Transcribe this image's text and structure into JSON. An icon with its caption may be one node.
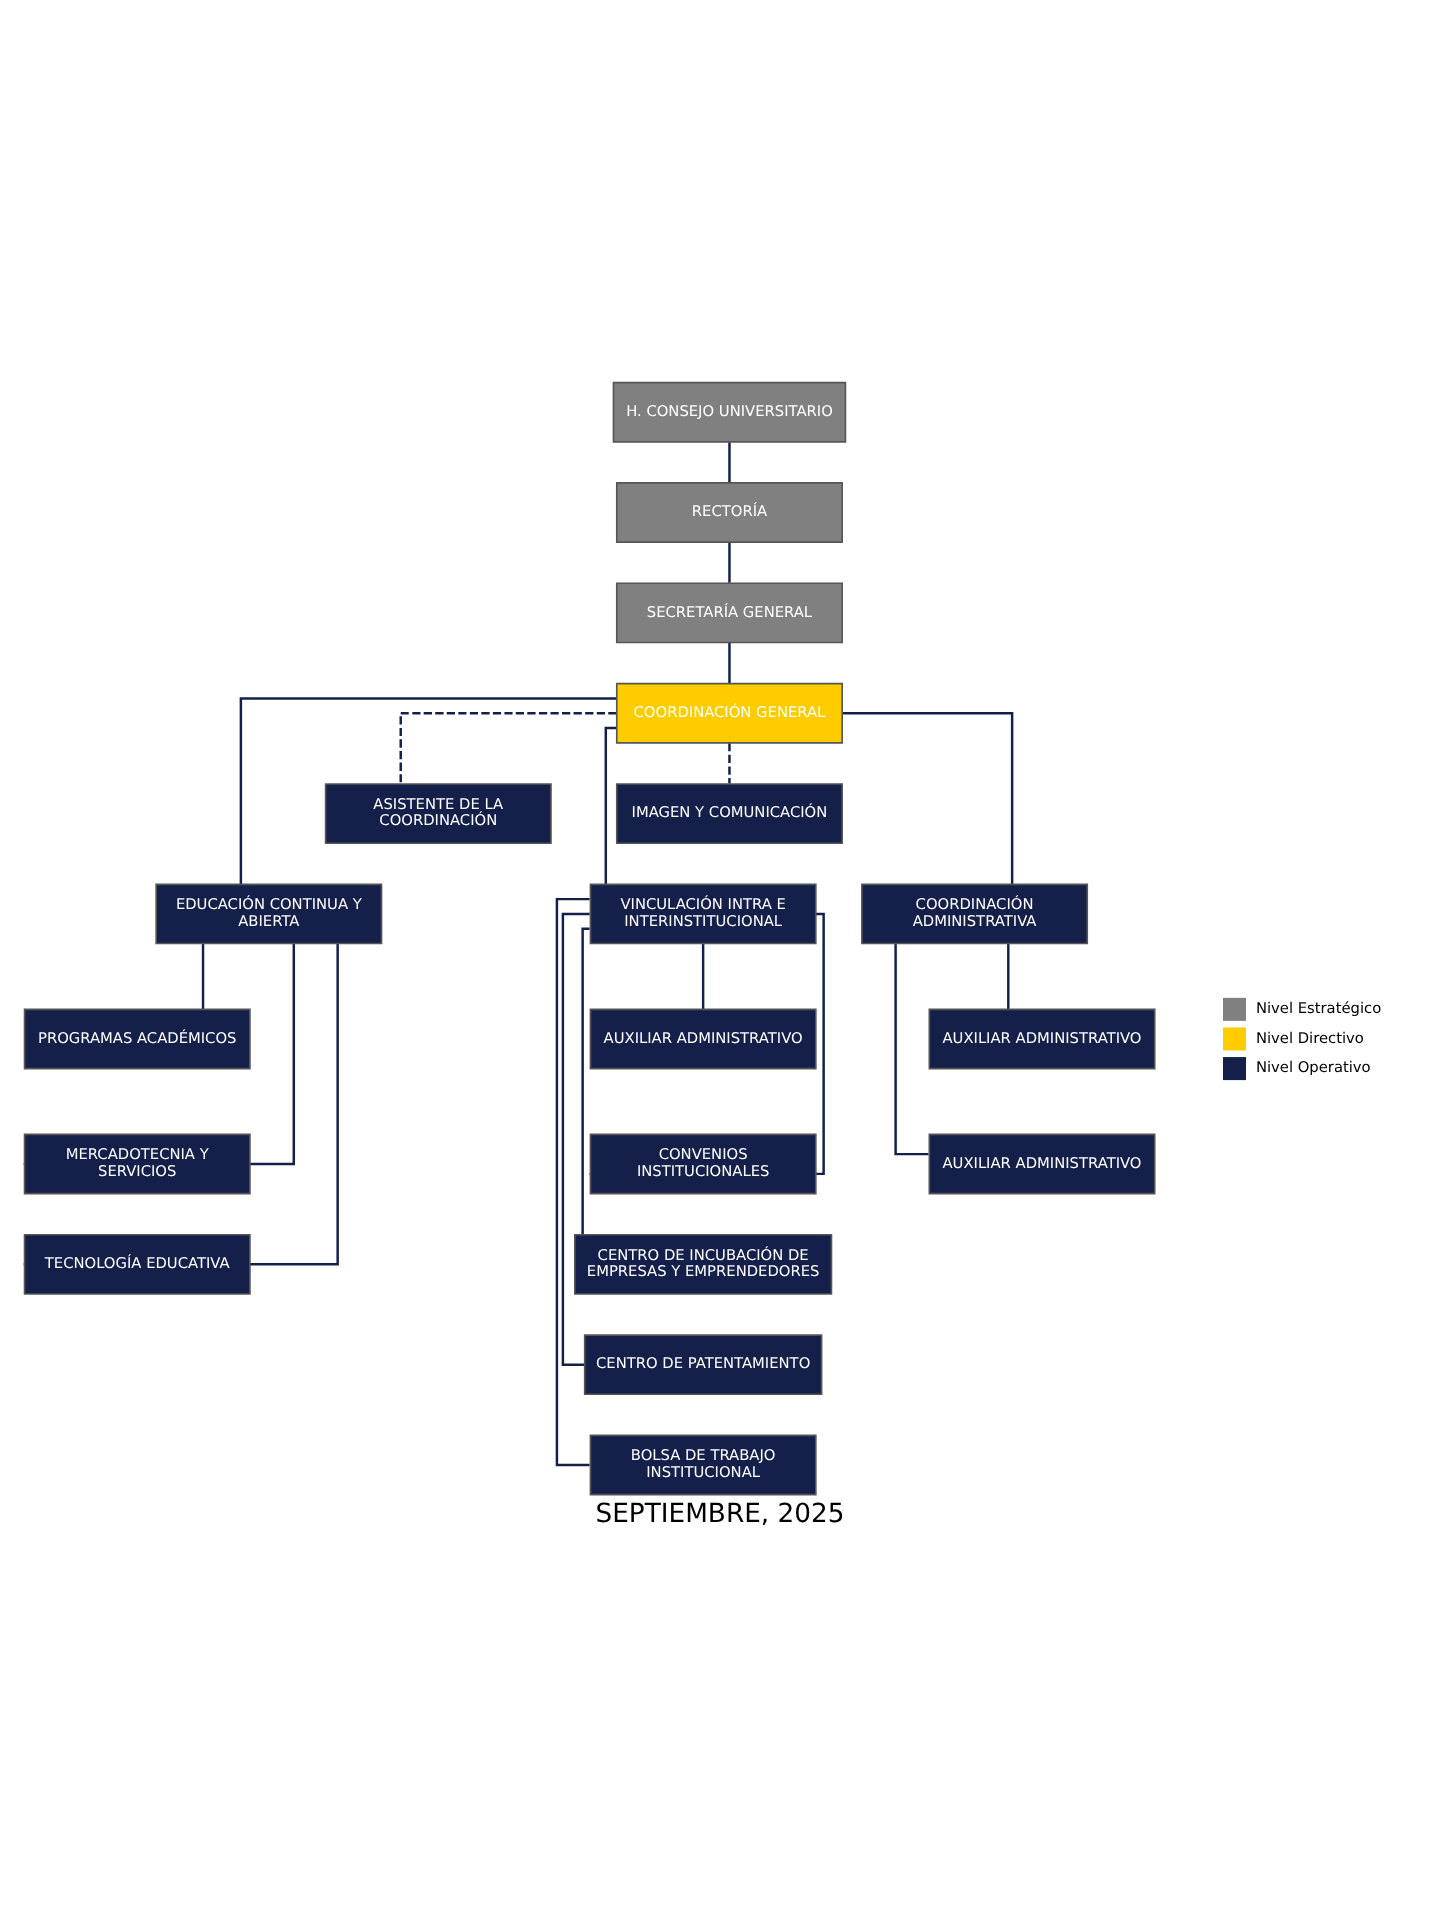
{
  "diagram": {
    "caption": "SEPTIEMBRE, 2025",
    "nodes": [
      {
        "text": [
          "H. CONSEJO UNIVERSITARIO"
        ]
      },
      {
        "text": [
          "RECTORÍA"
        ]
      },
      {
        "text": [
          "SECRETARÍA GENERAL"
        ]
      },
      {
        "text": [
          "COORDINACIÓN GENERAL"
        ]
      },
      {
        "text": [
          "ASISTENTE DE LA COORDINACIÓN"
        ]
      },
      {
        "text": [
          "IMAGEN Y COMUNICACIÓN"
        ]
      },
      {
        "text": [
          "EDUCACIÓN CONTINUA Y ABIERTA"
        ]
      },
      {
        "text": [
          "VINCULACIÓN INTRA E INTERINSTITUCIONAL"
        ]
      },
      {
        "text": [
          "COORDINACIÓN ADMINISTRATIVA"
        ]
      },
      {
        "text": [
          "PROGRAMAS ACADÉMICOS"
        ]
      },
      {
        "text": [
          "MERCADOTECNIA Y SERVICIOS"
        ]
      },
      {
        "text": [
          "TECNOLOGÍA EDUCATIVA"
        ]
      },
      {
        "text": [
          "AUXILIAR ADMINISTRATIVO"
        ]
      },
      {
        "text": [
          "CONVENIOS INSTITUCIONALES"
        ]
      },
      {
        "text": [
          "CENTRO DE INCUBACIÓN DE EMPRESAS Y EMPRENDEDORES"
        ]
      },
      {
        "text": [
          "CENTRO DE PATENTAMIENTO"
        ]
      },
      {
        "text": [
          "BOLSA DE TRABAJO INSTITUCIONAL"
        ]
      },
      {
        "text": [
          "AUXILIAR ADMINISTRATIVO"
        ]
      },
      {
        "text": [
          "AUXILIAR ADMINISTRATIVO"
        ]
      }
    ],
    "edges": [
      {
        "from": 0,
        "to": 1,
        "arrow": "none"
      },
      {
        "from": 1,
        "to": 2,
        "arrow": "none"
      },
      {
        "from": 2,
        "to": 3,
        "arrow": "none"
      },
      {
        "from": 3,
        "to": 4,
        "arrow": "none",
        "style": "dashed"
      },
      {
        "from": 3,
        "to": 5,
        "arrow": "none",
        "style": "dashed"
      },
      {
        "from": 3,
        "to": 6,
        "arrow": "none"
      },
      {
        "from": 3,
        "to": 7,
        "arrow": "none"
      },
      {
        "from": 3,
        "to": 8,
        "arrow": "none"
      },
      {
        "from": 6,
        "to": 9,
        "arrow": "none"
      },
      {
        "from": 6,
        "to": 10,
        "arrow": "none"
      },
      {
        "from": 6,
        "to": 11,
        "arrow": "none"
      },
      {
        "from": 7,
        "to": 12,
        "arrow": "none"
      },
      {
        "from": 7,
        "to": 13,
        "arrow": "none"
      },
      {
        "from": 7,
        "to": 14,
        "arrow": "none"
      },
      {
        "from": 7,
        "to": 15,
        "arrow": "none"
      },
      {
        "from": 7,
        "to": 16,
        "arrow": "none"
      },
      {
        "from": 8,
        "to": 17,
        "arrow": "none"
      },
      {
        "from": 8,
        "to": 18,
        "arrow": "none"
      }
    ],
    "legend": [
      {
        "text": "Nivel Estratégico",
        "color": "#808080"
      },
      {
        "text": "Nivel Directivo",
        "color": "#ffcc00"
      },
      {
        "text": "Nivel Operativo",
        "color": "#14204a"
      }
    ]
  }
}
